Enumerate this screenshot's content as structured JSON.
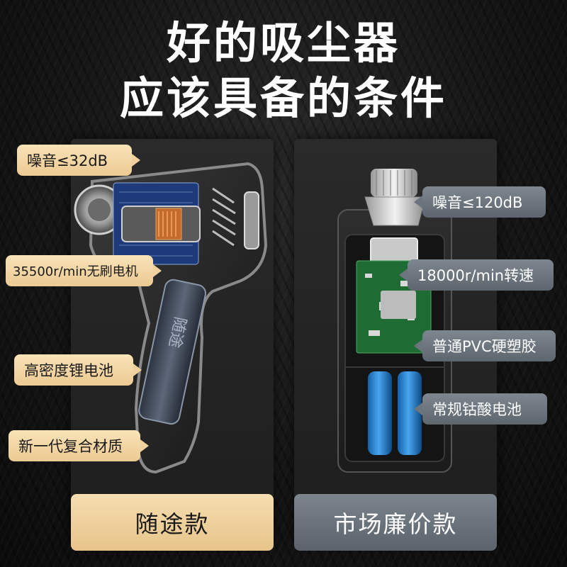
{
  "headline": {
    "line1": "好的吸尘器",
    "line2": "应该具备的条件"
  },
  "left_product": {
    "caption": "随途款",
    "battery_print": "随途",
    "features": [
      "噪音≤32dB",
      "35500r/min无刷电机",
      "高密度锂电池",
      "新一代复合材质"
    ]
  },
  "right_product": {
    "caption": "市场廉价款",
    "features": [
      "噪音≤120dB",
      "18000r/min转速",
      "普通PVC硬塑胶",
      "常规钴酸电池"
    ]
  },
  "colors": {
    "gold_label": "#ecca92",
    "gray_label": "#5d666e",
    "background": "#161616",
    "headline_text": "#ffffff"
  }
}
